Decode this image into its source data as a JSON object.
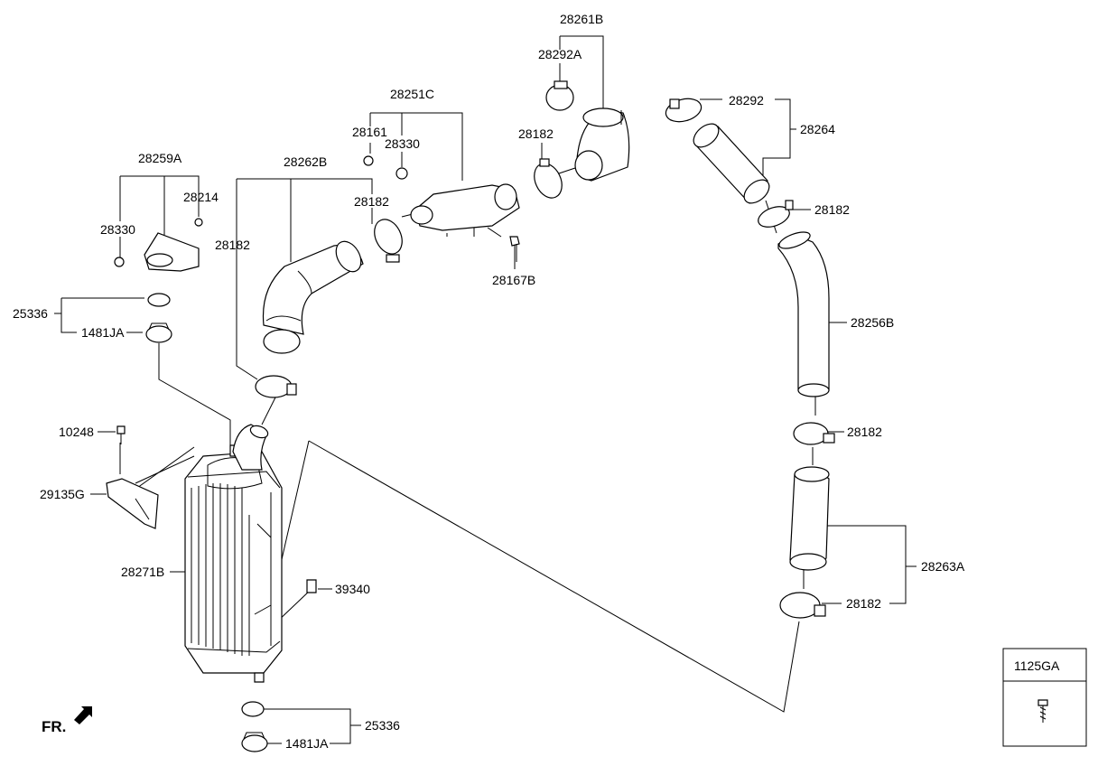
{
  "labels": {
    "p28261B": "28261B",
    "p28292A": "28292A",
    "p28251C": "28251C",
    "p28161": "28161",
    "p28330_top": "28330",
    "p28182_top": "28182",
    "p28292": "28292",
    "p28264": "28264",
    "p28259A": "28259A",
    "p28214": "28214",
    "p28330_left": "28330",
    "p28262B": "28262B",
    "p28182_mid": "28182",
    "p28182_left": "28182",
    "p28167B": "28167B",
    "p28182_right1": "28182",
    "p25336_top": "25336",
    "p1481JA_top": "1481JA",
    "p28256B": "28256B",
    "p10248": "10248",
    "p28182_right2": "28182",
    "p29135G": "29135G",
    "p28271B": "28271B",
    "p28263A": "28263A",
    "p39340": "39340",
    "p28182_right3": "28182",
    "p25336_bot": "25336",
    "p1481JA_bot": "1481JA",
    "fr": "FR."
  },
  "legend_box": {
    "part_number": "1125GA"
  }
}
